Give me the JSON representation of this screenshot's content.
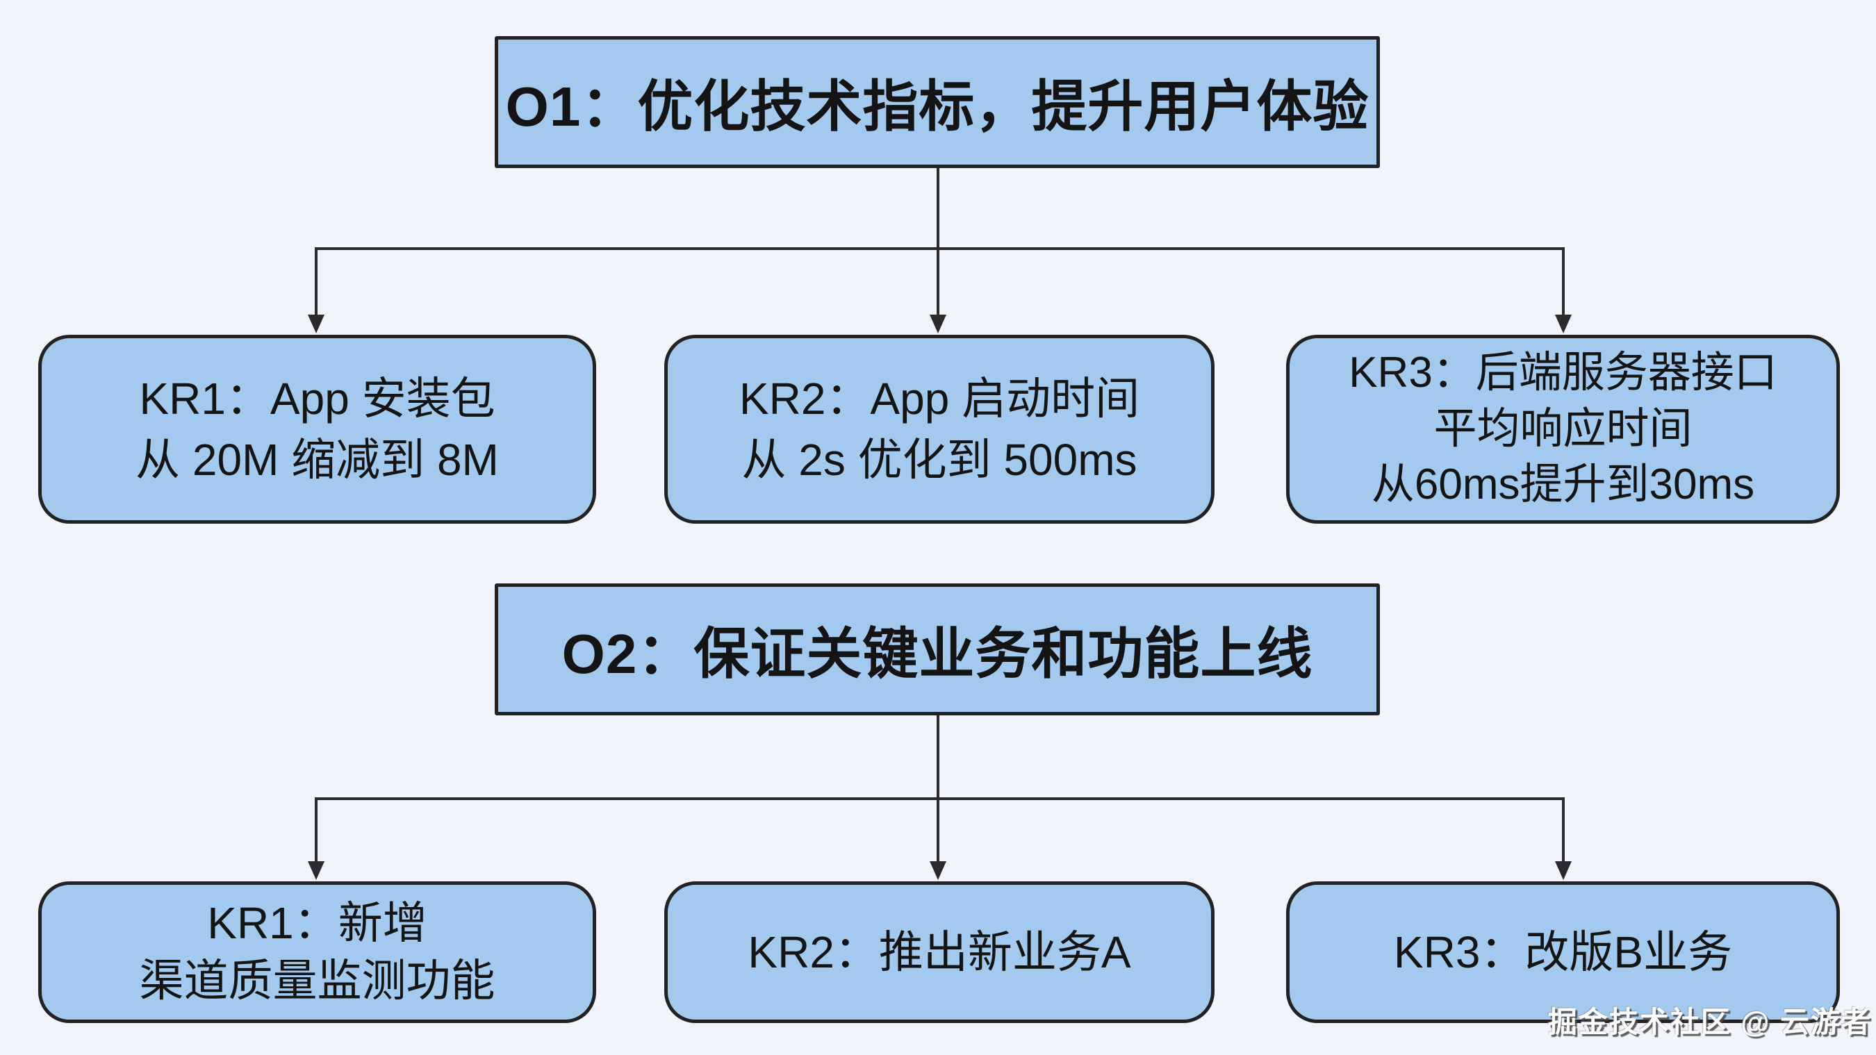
{
  "colors": {
    "page_background": "#f1f4fa",
    "box_fill": "#a4c9ef",
    "box_border": "#222222",
    "connector": "#2b2b2b",
    "text": "#141414"
  },
  "objectives": [
    {
      "id": "O1",
      "label": "O1：优化技术指标，提升用户体验",
      "key_results": [
        {
          "id": "KR1",
          "lines": [
            "KR1：App 安装包",
            "从 20M 缩减到 8M"
          ]
        },
        {
          "id": "KR2",
          "lines": [
            "KR2：App 启动时间",
            "从 2s 优化到 500ms"
          ]
        },
        {
          "id": "KR3",
          "lines": [
            "KR3：后端服务器接口",
            "平均响应时间",
            "从60ms提升到30ms"
          ]
        }
      ]
    },
    {
      "id": "O2",
      "label": "O2：保证关键业务和功能上线",
      "key_results": [
        {
          "id": "KR1",
          "lines": [
            "KR1：新增",
            "渠道质量监测功能"
          ]
        },
        {
          "id": "KR2",
          "lines": [
            "KR2：推出新业务A"
          ]
        },
        {
          "id": "KR3",
          "lines": [
            "KR3：改版B业务"
          ]
        }
      ]
    }
  ],
  "watermark": "掘金技术社区 @ 云游者"
}
